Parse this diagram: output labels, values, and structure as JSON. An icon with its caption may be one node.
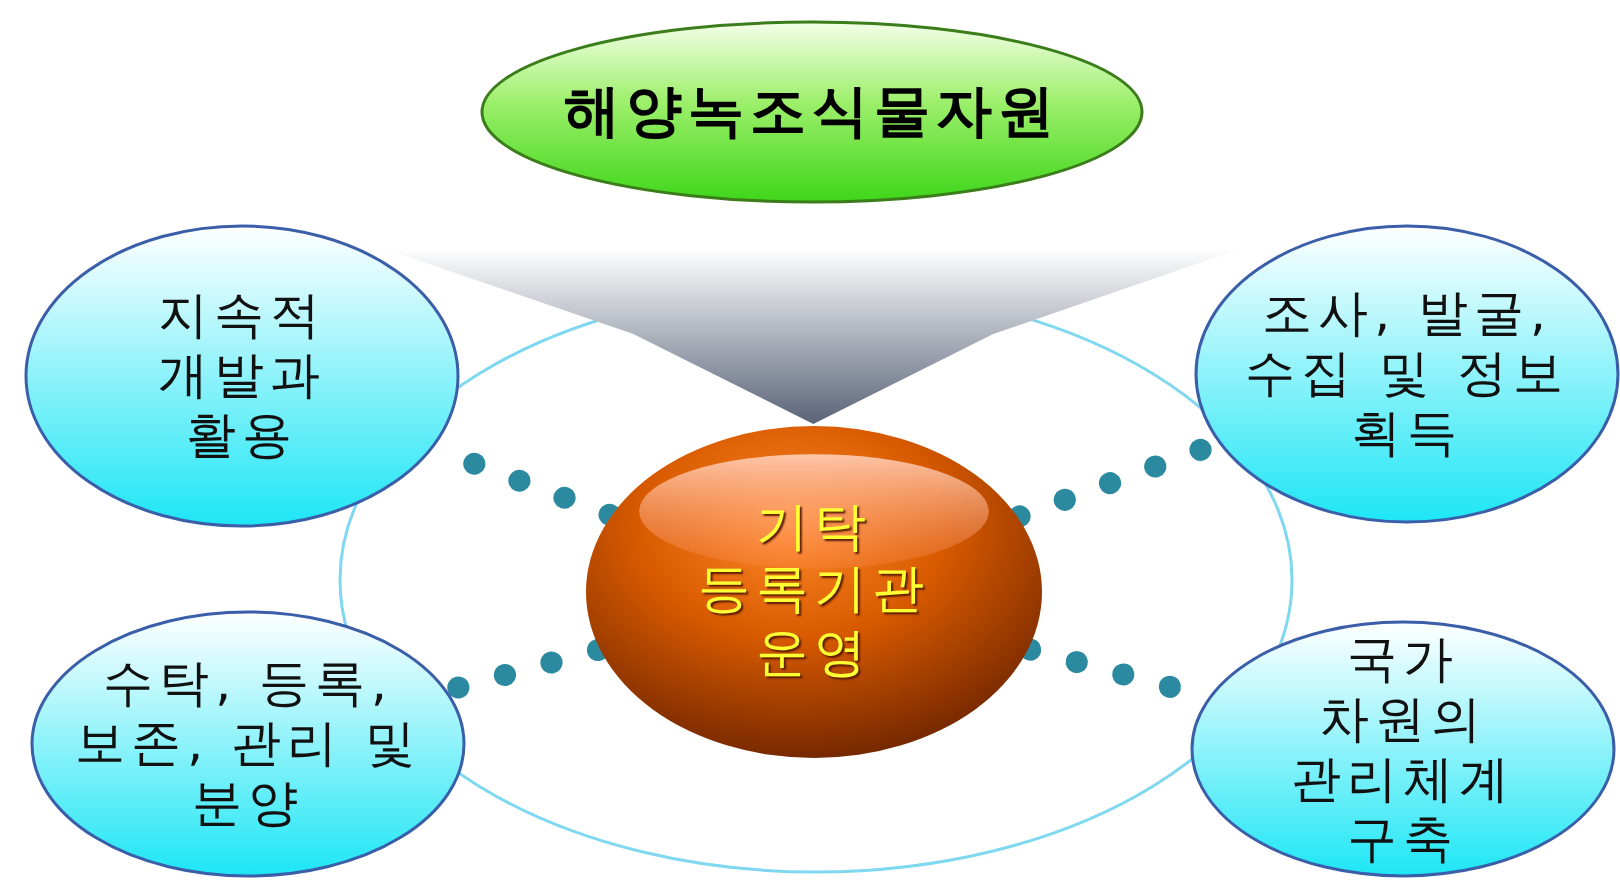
{
  "diagram": {
    "nodes": [
      {
        "text": [
          "해양녹조식물자원"
        ]
      },
      {
        "text": [
          "기탁 등록기관 운영"
        ]
      },
      {
        "text": [
          "지속적 개발과 활용"
        ]
      },
      {
        "text": [
          "조사, 발굴, 수집 및 정보 획득"
        ]
      },
      {
        "text": [
          "수탁, 등록, 보존, 관리 및 분양"
        ]
      },
      {
        "text": [
          "국가 차원의 관리체계 구축"
        ]
      }
    ],
    "edges": [
      {
        "from": 0,
        "to": 1,
        "arrow": "to",
        "style": "thick"
      },
      {
        "from": 1,
        "to": 2,
        "arrow": "none"
      },
      {
        "from": 1,
        "to": 3,
        "arrow": "none"
      },
      {
        "from": 1,
        "to": 4,
        "arrow": "none"
      },
      {
        "from": 1,
        "to": 5,
        "arrow": "none"
      }
    ]
  }
}
